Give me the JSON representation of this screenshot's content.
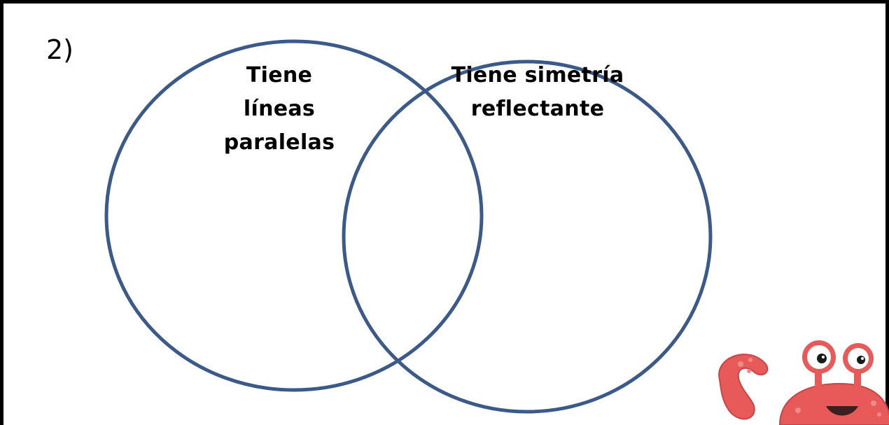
{
  "problem": {
    "number_label": "2)"
  },
  "venn": {
    "circle_color": "#3b5a8a",
    "sets": [
      {
        "id": "left",
        "label_lines": [
          "Tiene",
          "líneas",
          "paralelas"
        ]
      },
      {
        "id": "right",
        "label_lines": [
          "Tiene simetría",
          "reflectante"
        ]
      }
    ]
  },
  "mascot": {
    "icon": "crab-mascot-icon",
    "body_color": "#e85a5a"
  }
}
